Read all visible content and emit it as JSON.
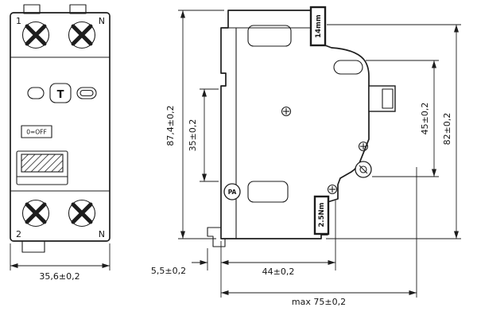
{
  "style": {
    "line_color": "#1d1d1d",
    "background": "#ffffff"
  },
  "front_view": {
    "terminal_top_left": "1",
    "terminal_top_right": "N",
    "terminal_bottom_left": "2",
    "terminal_bottom_right": "N",
    "test_button": "T",
    "switch_marking": "0=OFF",
    "width_dim": "35,6±0,2"
  },
  "side_view": {
    "strip_length_label": "14mm",
    "torque_label": "2.5Nm",
    "material_label": "PA"
  },
  "dims": {
    "overall_height": "87,4±0,2",
    "rail_section": "35±0,2",
    "right_section": "45±0,2",
    "right_overall": "82±0,2",
    "clip_offset": "5,5±0,2",
    "depth": "44±0,2",
    "max_depth": "max 75±0,2"
  }
}
